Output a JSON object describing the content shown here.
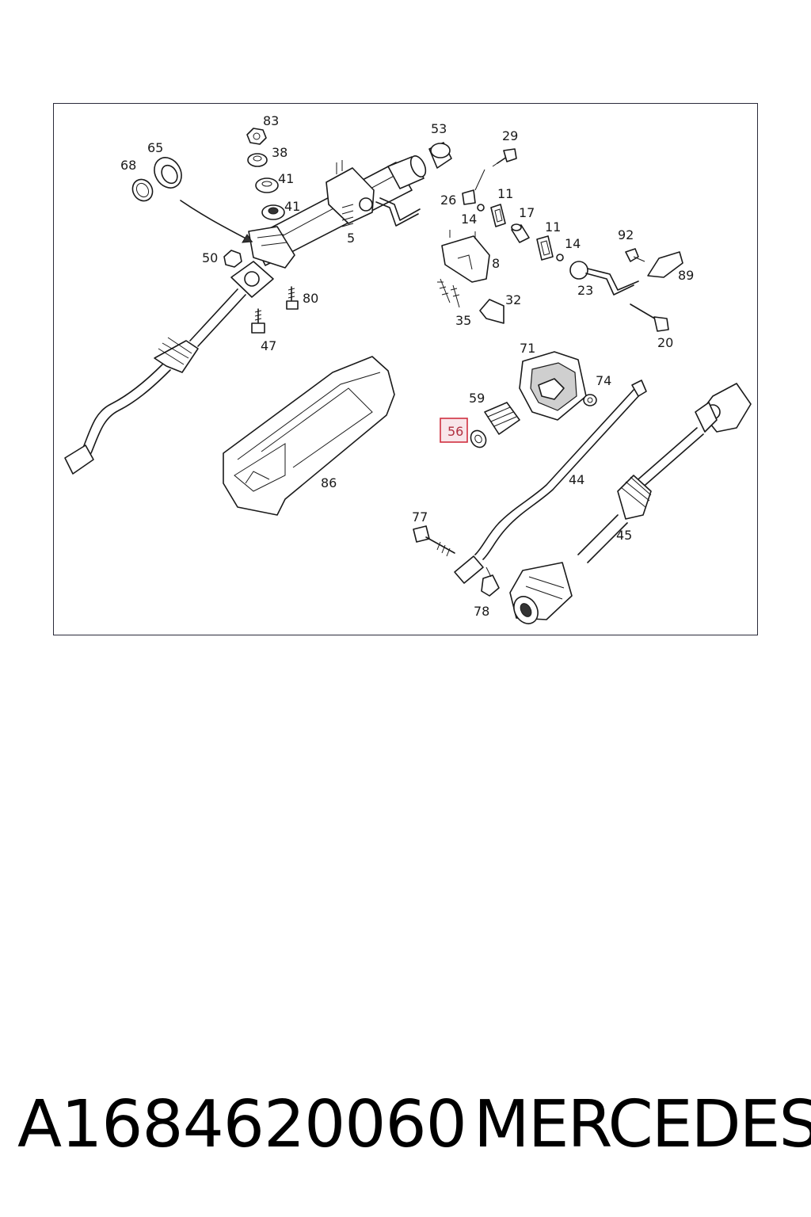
{
  "labels": {
    "l83": "83",
    "l38": "38",
    "l41a": "41",
    "l41b": "41",
    "l65": "65",
    "l68": "68",
    "l53": "53",
    "l29": "29",
    "l26": "26",
    "l14a": "14",
    "l11a": "11",
    "l17": "17",
    "l11b": "11",
    "l14b": "14",
    "l92": "92",
    "l89": "89",
    "l5": "5",
    "l50": "50",
    "l8": "8",
    "l80": "80",
    "l32": "32",
    "l35": "35",
    "l23": "23",
    "l20": "20",
    "l47": "47",
    "l71": "71",
    "l74": "74",
    "l59": "59",
    "l56": "56",
    "l44": "44",
    "l86": "86",
    "l77": "77",
    "l45": "45",
    "l78": "78"
  },
  "highlight_color": "#d03040",
  "footer": {
    "part_number": "A1684620060",
    "brand": "MERCEDES"
  }
}
